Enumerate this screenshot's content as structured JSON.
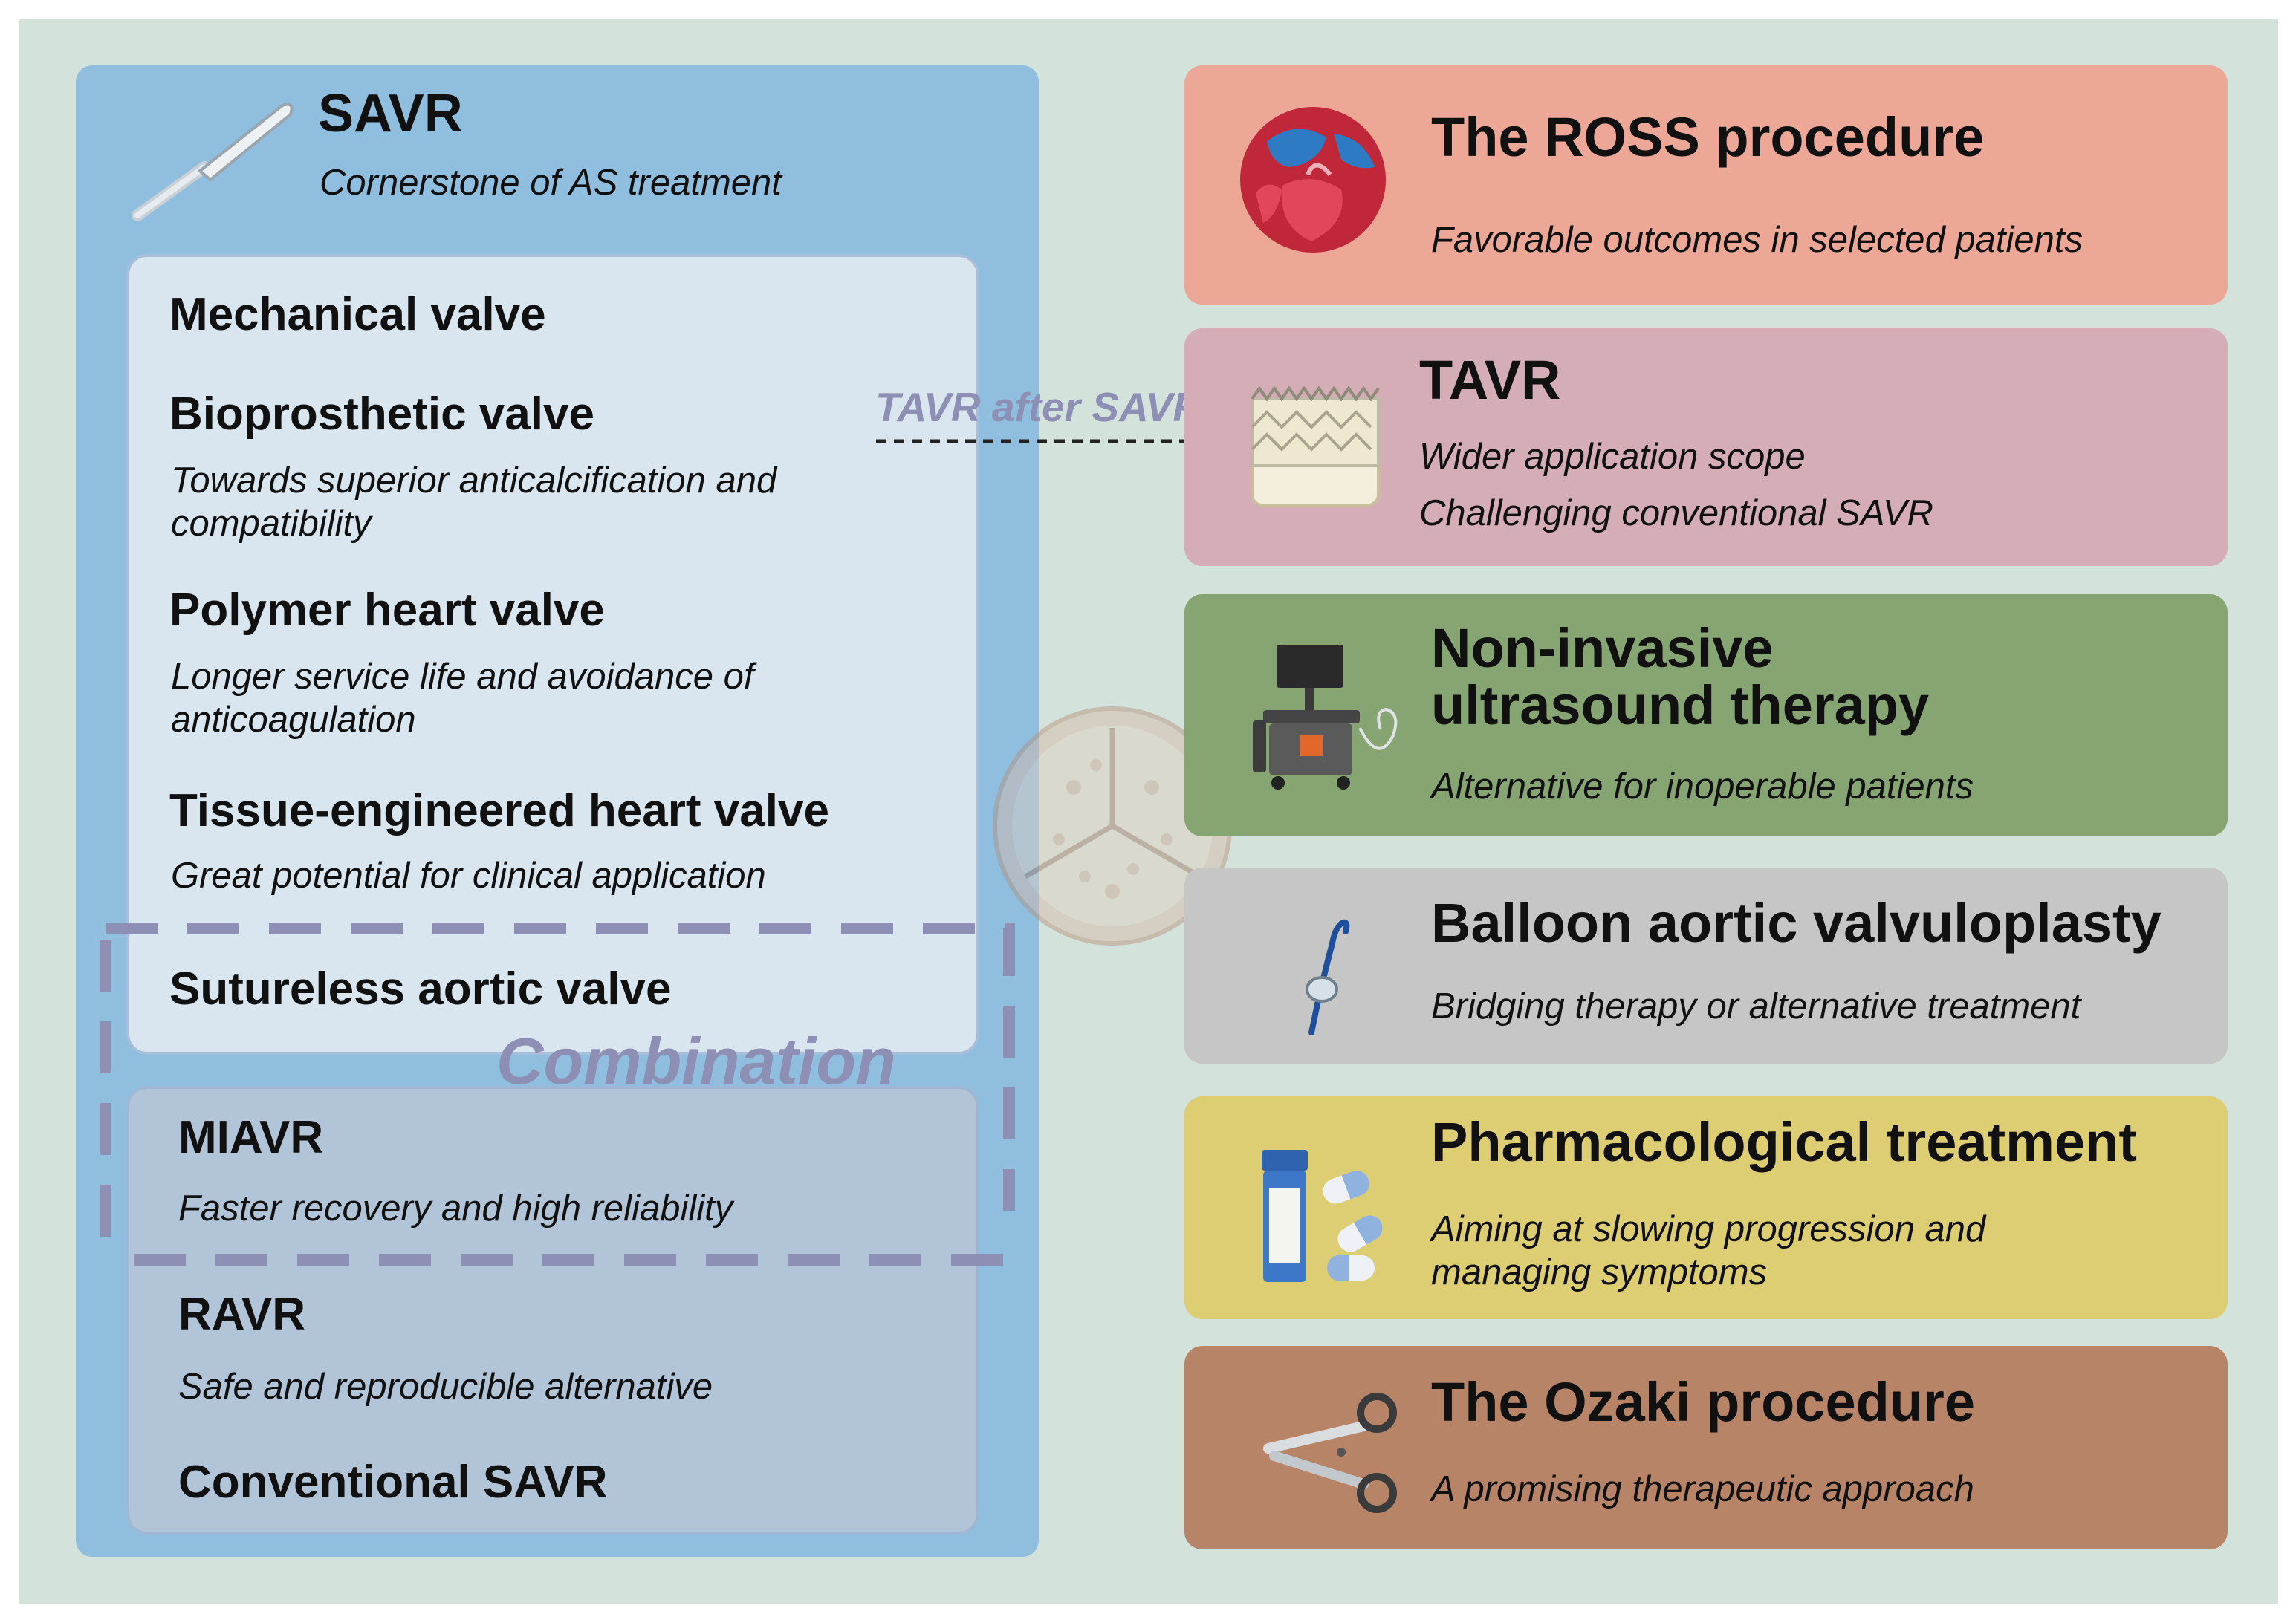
{
  "colors": {
    "background": "#d4e2dc",
    "savr_panel": "#8fbedf",
    "combination": "#8d8fb4",
    "ross": "#eca797",
    "tavr": "#d4adb7",
    "ultrasound": "#87a573",
    "balloon": "#c6c6c6",
    "pharma": "#ddce74",
    "ozaki": "#b78468"
  },
  "savr": {
    "title": "SAVR",
    "subtitle": "Cornerstone of AS treatment",
    "icon": "scalpel-icon",
    "valves": [
      {
        "title": "Mechanical valve",
        "subtitle": ""
      },
      {
        "title": "Bioprosthetic valve",
        "subtitle": "Towards superior anticalcification and compatibility"
      },
      {
        "title": "Polymer heart valve",
        "subtitle": "Longer service life and avoidance of anticoagulation"
      },
      {
        "title": "Tissue-engineered heart valve",
        "subtitle": "Great potential for clinical application"
      },
      {
        "title": "Sutureless aortic valve",
        "subtitle": ""
      }
    ],
    "approaches": [
      {
        "title": "MIAVR",
        "subtitle": "Faster recovery and high reliability"
      },
      {
        "title": "RAVR",
        "subtitle": "Safe and reproducible alternative"
      },
      {
        "title": "Conventional SAVR",
        "subtitle": ""
      }
    ],
    "combination_label": "Combination"
  },
  "arrow_label": "TAVR after SAVR",
  "treatments": [
    {
      "title": "The ROSS procedure",
      "subtitle": "Favorable outcomes in selected patients",
      "icon": "heart-icon"
    },
    {
      "title": "TAVR",
      "subtitle": "Wider application scope",
      "subtitle2": "Challenging conventional SAVR",
      "icon": "valve-stent-icon"
    },
    {
      "title": "Non-invasive",
      "title2": "ultrasound therapy",
      "subtitle": "Alternative for inoperable patients",
      "icon": "ultrasound-machine-icon"
    },
    {
      "title": "Balloon aortic valvuloplasty",
      "subtitle": "Bridging therapy or alternative treatment",
      "icon": "balloon-catheter-icon"
    },
    {
      "title": "Pharmacological treatment",
      "subtitle": "Aiming at slowing progression and managing symptoms",
      "icon": "pills-icon"
    },
    {
      "title": "The Ozaki procedure",
      "subtitle": "A promising therapeutic approach",
      "icon": "scissors-icon"
    }
  ]
}
